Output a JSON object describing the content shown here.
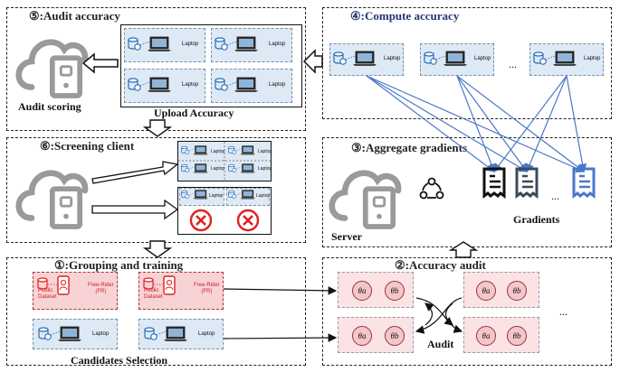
{
  "panels": {
    "audit_accuracy": {
      "title": "⑤:Audit accuracy",
      "audit_scoring": "Audit scoring",
      "upload_accuracy": "Upload Accuracy"
    },
    "compute_accuracy": {
      "title": "④:Compute accuracy",
      "ellipsis": "..."
    },
    "screening_client": {
      "title": "⑥:Screening client"
    },
    "aggregate_gradients": {
      "title": "③:Aggregate gradients",
      "server": "Server",
      "gradients": "Gradients",
      "ellipsis": "..."
    },
    "grouping_training": {
      "title": "①:Grouping and training",
      "candidates": "Candidates Selection"
    },
    "accuracy_audit": {
      "title": "②:Accuracy audit",
      "audit": "Audit",
      "ellipsis": "..."
    }
  },
  "device": {
    "laptop": "Laptop",
    "public_dataset": "Public\nDataset",
    "free_rider": "Free-Rider\n(FR)"
  },
  "thetas": {
    "a": "θa",
    "b": "θb"
  },
  "colors": {
    "accent_blue": "#4a78c8",
    "pink": "#f8d3d6",
    "light_blue": "#dde9f5",
    "red": "#e02020"
  }
}
